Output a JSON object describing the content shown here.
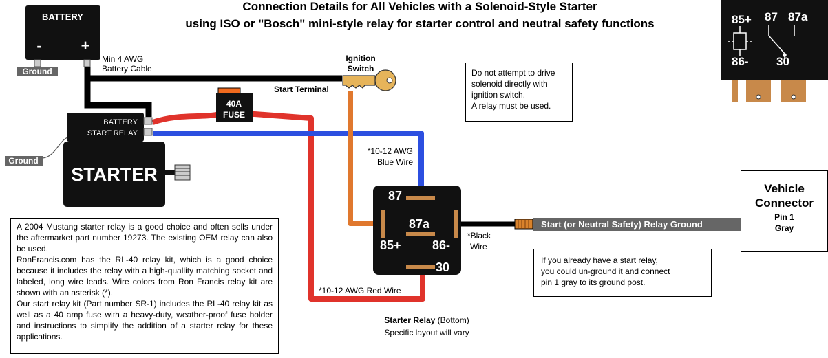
{
  "title": {
    "line1": "Connection Details for All Vehicles with a Solenoid-Style Starter",
    "line2": "using ISO or \"Bosch\" mini-style relay for starter control and neutral safety functions"
  },
  "battery": {
    "label": "BATTERY",
    "minus": "-",
    "plus": "+",
    "ground": "Ground",
    "cable_line1": "Min 4 AWG",
    "cable_line2": "Battery Cable"
  },
  "ignition": {
    "line1": "Ignition",
    "line2": "Switch",
    "start_terminal": "Start Terminal"
  },
  "fuse": {
    "line1": "40A",
    "line2": "FUSE"
  },
  "starter": {
    "label": "STARTER",
    "terminal_battery": "BATTERY",
    "terminal_start_relay": "START RELAY",
    "ground": "Ground"
  },
  "wires": {
    "blue_line1": "*10-12 AWG",
    "blue_line2": "Blue Wire",
    "red": "*10-12 AWG Red Wire",
    "black_line1": "*Black",
    "black_line2": "Wire"
  },
  "relay": {
    "pin87": "87",
    "pin87a": "87a",
    "pin85": "85+",
    "pin86": "86-",
    "pin30": "30",
    "caption_bold": "Starter Relay",
    "caption_rest": " (Bottom)",
    "caption_line2": "Specific layout will vary"
  },
  "schematic": {
    "pin85": "85+",
    "pin87": "87",
    "pin87a": "87a",
    "pin86": "86-",
    "pin30": "30"
  },
  "ground_wire": {
    "label": "Start (or Neutral Safety) Relay Ground"
  },
  "vehicle_connector": {
    "title": "Vehicle Connector",
    "pin": "Pin 1",
    "color": "Gray"
  },
  "notes": {
    "top": [
      "Do not attempt to drive",
      "solenoid directly with",
      "ignition switch.",
      "A relay must be used."
    ],
    "right": [
      "If you already have a start relay,",
      "you could un-ground it and connect",
      "pin 1 gray to its ground post."
    ],
    "left": [
      "A 2004 Mustang starter relay is a good choice and often sells under the aftermarket part number 19273. The existing OEM relay can also be used.",
      "RonFrancis.com has the RL-40 relay kit, which is a good choice because it includes the relay with a high-quallity matching socket and labeled, long wire leads. Wire colors from Ron Francis relay kit are shown with an asterisk (*).",
      "Our start relay kit (Part number SR-1) includes the RL-40 relay kit as well as a 40 amp fuse with a heavy-duty, weather-proof fuse holder and instructions to simplify the addition of a starter relay for these applications."
    ]
  },
  "colors": {
    "red_wire": "#e0332b",
    "blue_wire": "#2c4fe0",
    "orange_wire": "#e0782e",
    "black_wire": "#000000",
    "gray_label": "#666666",
    "fuse_cap": "#f06a1e",
    "key": "#e6b45a"
  }
}
